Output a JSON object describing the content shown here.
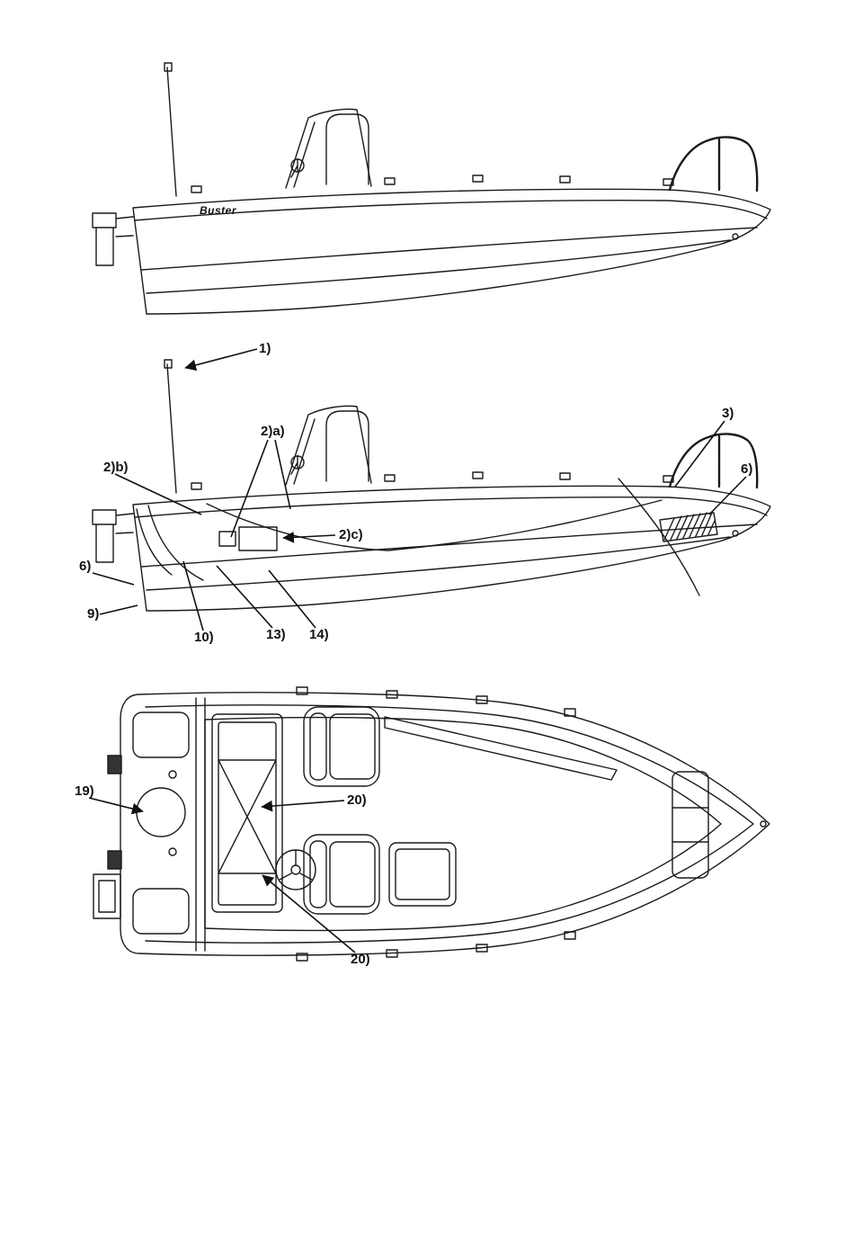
{
  "diagram": {
    "brand": "Buster",
    "colors": {
      "line": "#1b1b1b",
      "background": "#ffffff"
    }
  },
  "callouts": [
    {
      "text": "1)"
    },
    {
      "text": "2)a)"
    },
    {
      "text": "2)b)"
    },
    {
      "text": "2)c)"
    },
    {
      "text": "3)"
    },
    {
      "text": "6)"
    },
    {
      "text": "6)"
    },
    {
      "text": "9)"
    },
    {
      "text": "10)"
    },
    {
      "text": "13)"
    },
    {
      "text": "14)"
    },
    {
      "text": "19)"
    },
    {
      "text": "20)"
    },
    {
      "text": "20)"
    }
  ]
}
